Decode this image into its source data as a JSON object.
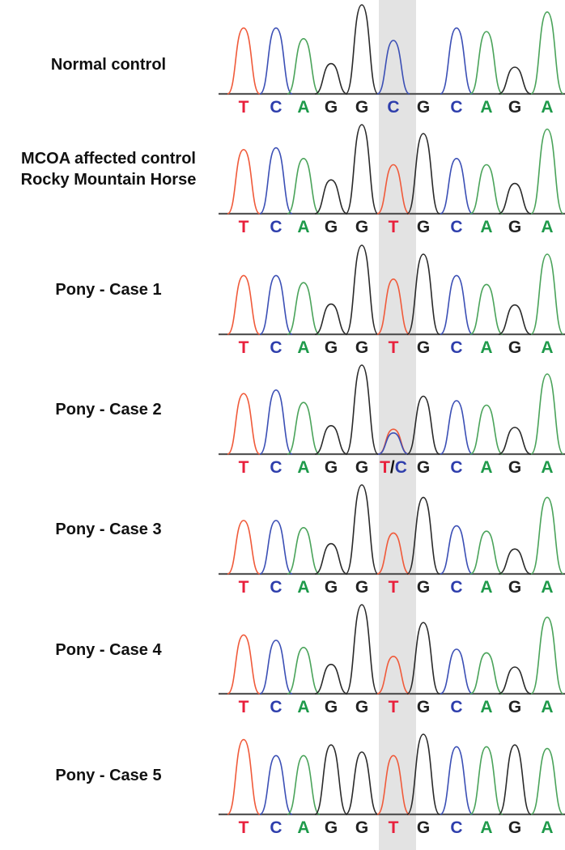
{
  "colors": {
    "T": "#e8203c",
    "C": "#2e3eac",
    "A": "#1e9a4a",
    "G": "#222222",
    "highlight": "#e3e3e3",
    "highlight_trace": "#8c8c8c"
  },
  "trace_colors": {
    "T": "#f05a3a",
    "C": "#3b4fb5",
    "A": "#4aa35a",
    "G": "#2a2a2a"
  },
  "bases": [
    "T",
    "C",
    "A",
    "G",
    "G",
    "C",
    "G",
    "C",
    "A",
    "G",
    "A"
  ],
  "panels": [
    {
      "label_lines": [
        "Normal control"
      ],
      "sequence": [
        "T",
        "C",
        "A",
        "G",
        "G",
        "C",
        "G",
        "C",
        "A",
        "G",
        "A"
      ],
      "variant_display": "C",
      "peaks": [
        0.74,
        0.74,
        0.62,
        0.34,
        1.0,
        0.6,
        0.0,
        0.74,
        0.7,
        0.3,
        0.92
      ]
    },
    {
      "label_lines": [
        "MCOA affected control",
        "Rocky Mountain Horse"
      ],
      "sequence": [
        "T",
        "C",
        "A",
        "G",
        "G",
        "T",
        "G",
        "C",
        "A",
        "G",
        "A"
      ],
      "variant_display": "T",
      "peaks": [
        0.72,
        0.74,
        0.62,
        0.38,
        1.0,
        0.55,
        0.9,
        0.62,
        0.55,
        0.34,
        0.95
      ]
    },
    {
      "label_lines": [
        "Pony - Case 1"
      ],
      "sequence": [
        "T",
        "C",
        "A",
        "G",
        "G",
        "T",
        "G",
        "C",
        "A",
        "G",
        "A"
      ],
      "variant_display": "T",
      "peaks": [
        0.66,
        0.66,
        0.58,
        0.34,
        1.0,
        0.62,
        0.9,
        0.66,
        0.56,
        0.33,
        0.9
      ]
    },
    {
      "label_lines": [
        "Pony - Case 2"
      ],
      "sequence": [
        "T",
        "C",
        "A",
        "G",
        "G",
        "T/C",
        "G",
        "C",
        "A",
        "G",
        "A"
      ],
      "variant_display": "T/C",
      "peaks": [
        0.68,
        0.72,
        0.58,
        0.32,
        1.0,
        0.28,
        0.65,
        0.6,
        0.55,
        0.3,
        0.9
      ]
    },
    {
      "label_lines": [
        "Pony - Case 3"
      ],
      "sequence": [
        "T",
        "C",
        "A",
        "G",
        "G",
        "T",
        "G",
        "C",
        "A",
        "G",
        "A"
      ],
      "variant_display": "T",
      "peaks": [
        0.6,
        0.6,
        0.52,
        0.34,
        1.0,
        0.46,
        0.86,
        0.54,
        0.48,
        0.28,
        0.86
      ]
    },
    {
      "label_lines": [
        "Pony - Case 4"
      ],
      "sequence": [
        "T",
        "C",
        "A",
        "G",
        "G",
        "T",
        "G",
        "C",
        "A",
        "G",
        "A"
      ],
      "variant_display": "T",
      "peaks": [
        0.66,
        0.6,
        0.52,
        0.33,
        1.0,
        0.42,
        0.8,
        0.5,
        0.46,
        0.3,
        0.86
      ]
    },
    {
      "label_lines": [
        "Pony - Case 5"
      ],
      "sequence": [
        "T",
        "C",
        "A",
        "G",
        "G",
        "T",
        "G",
        "C",
        "A",
        "G",
        "A"
      ],
      "variant_display": "T",
      "peaks": [
        0.84,
        0.66,
        0.66,
        0.78,
        0.7,
        0.66,
        0.9,
        0.76,
        0.76,
        0.78,
        0.74
      ]
    }
  ]
}
